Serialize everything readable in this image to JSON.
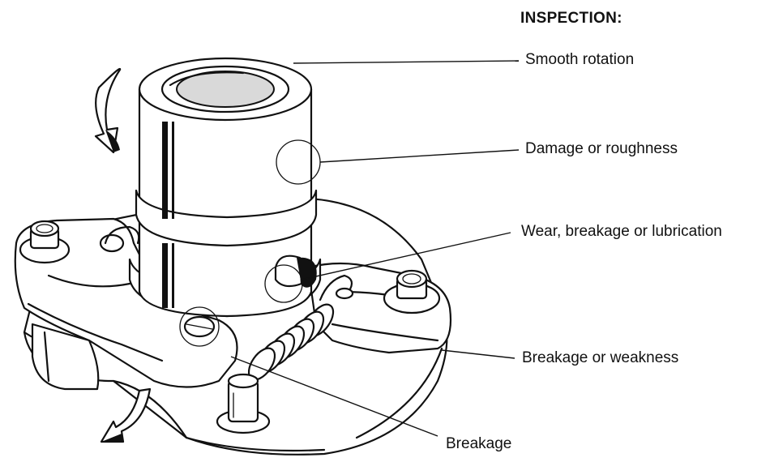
{
  "heading": "INSPECTION:",
  "callouts": [
    {
      "id": "smooth-rotation",
      "text": "Smooth rotation"
    },
    {
      "id": "damage-roughness",
      "text": "Damage or roughness"
    },
    {
      "id": "wear-breakage-lubrication",
      "text": "Wear, breakage or lubrication"
    },
    {
      "id": "breakage-weakness",
      "text": "Breakage or weakness"
    },
    {
      "id": "breakage",
      "text": "Breakage"
    }
  ],
  "colors": {
    "ink": "#111111",
    "paper": "#ffffff"
  },
  "icons": [
    "rotation-arrow-icon",
    "swing-arrow-icon"
  ]
}
